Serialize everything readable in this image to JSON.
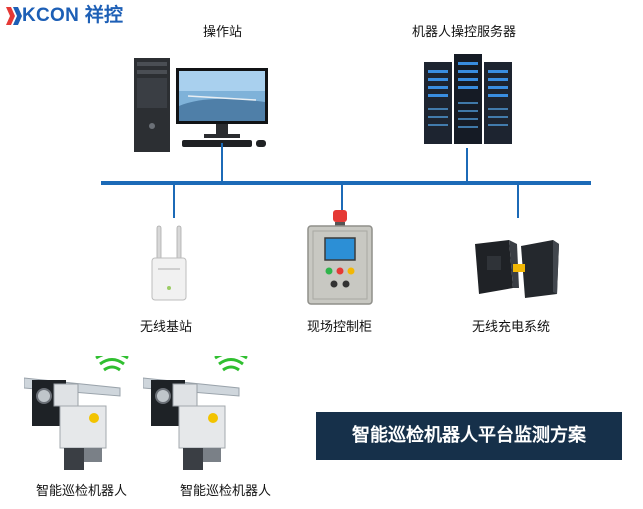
{
  "logo": {
    "text": "KCON 祥控",
    "icon": "kcon-x-logo-icon",
    "color": "#1d5fb6"
  },
  "nodes": {
    "workstation": {
      "label": "操作站",
      "icon": "desktop-computer-icon"
    },
    "server": {
      "label": "机器人操控服务器",
      "icon": "server-rack-icon"
    },
    "wireless_base": {
      "label": "无线基站",
      "icon": "wireless-access-point-icon"
    },
    "control_cabinet": {
      "label": "现场控制柜",
      "icon": "control-cabinet-icon"
    },
    "charging": {
      "label": "无线充电系统",
      "icon": "wireless-charger-icon"
    },
    "robots": [
      {
        "label": "智能巡检机器人",
        "icon": "inspection-robot-icon"
      },
      {
        "label": "智能巡检机器人",
        "icon": "inspection-robot-icon"
      }
    ]
  },
  "banner": {
    "title": "智能巡检机器人平台监测方案"
  },
  "colors": {
    "bus": "#1c6ab7",
    "banner_bg": "#16304a",
    "wifi": "#2fbf2f"
  }
}
